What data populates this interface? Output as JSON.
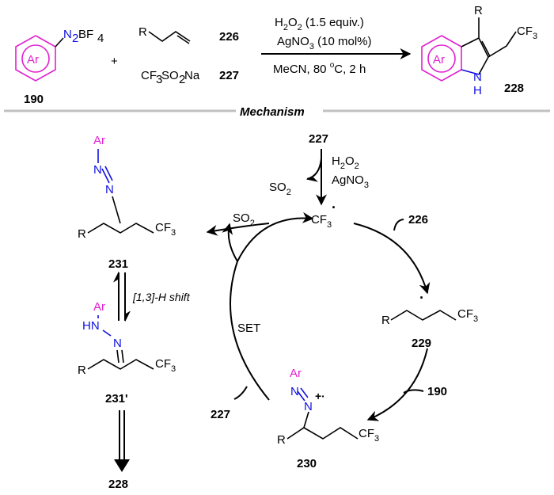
{
  "reaction": {
    "reagent1_group": "BF",
    "reagent1_sub": "4",
    "reagent1_n2": "N",
    "reagent1_n2_sub": "2",
    "ar": "Ar",
    "num_190": "190",
    "plus": "+",
    "r": "R",
    "num_226": "226",
    "cf3so2na_a": "CF",
    "cf3so2na_b": "3",
    "cf3so2na_c": "SO",
    "cf3so2na_d": "2",
    "cf3so2na_e": "Na",
    "num_227": "227",
    "cond_line1_a": "H",
    "cond_line1_b": "2",
    "cond_line1_c": "O",
    "cond_line1_d": "2",
    "cond_line1_e": " (1.5 equiv.)",
    "cond_line2_a": "AgNO",
    "cond_line2_b": "3",
    "cond_line2_c": " (10 mol%)",
    "cond_line3_a": "MeCN, 80 ",
    "cond_line3_b": "o",
    "cond_line3_c": "C, 2 h",
    "product_r": "R",
    "product_cf3_a": "CF",
    "product_cf3_b": "3",
    "product_nh": "N",
    "product_h": "H",
    "num_228": "228"
  },
  "mechanism": {
    "title": "Mechanism",
    "top_num": "227",
    "h2o2_a": "H",
    "h2o2_b": "2",
    "h2o2_c": "O",
    "h2o2_d": "2",
    "agno3_a": "AgNO",
    "agno3_b": "3",
    "so2_left_a": "SO",
    "so2_left_b": "2",
    "cf3_radical_a": "CF",
    "cf3_radical_b": "3",
    "cf3_dot": "·",
    "so2_cycle_a": "SO",
    "so2_cycle_b": "2",
    "num_226": "226",
    "num_229": "229",
    "num_190": "190",
    "num_230": "230",
    "num_231": "231",
    "num_231p": "231'",
    "num_227_bottom": "227",
    "num_228": "228",
    "set": "SET",
    "shift": "[1,3]-H shift",
    "ar": "Ar",
    "n": "N",
    "hn": "HN",
    "r": "R",
    "cf3_a": "CF",
    "cf3_b": "3",
    "plus_dot": "+·",
    "radical_dot": "·"
  }
}
